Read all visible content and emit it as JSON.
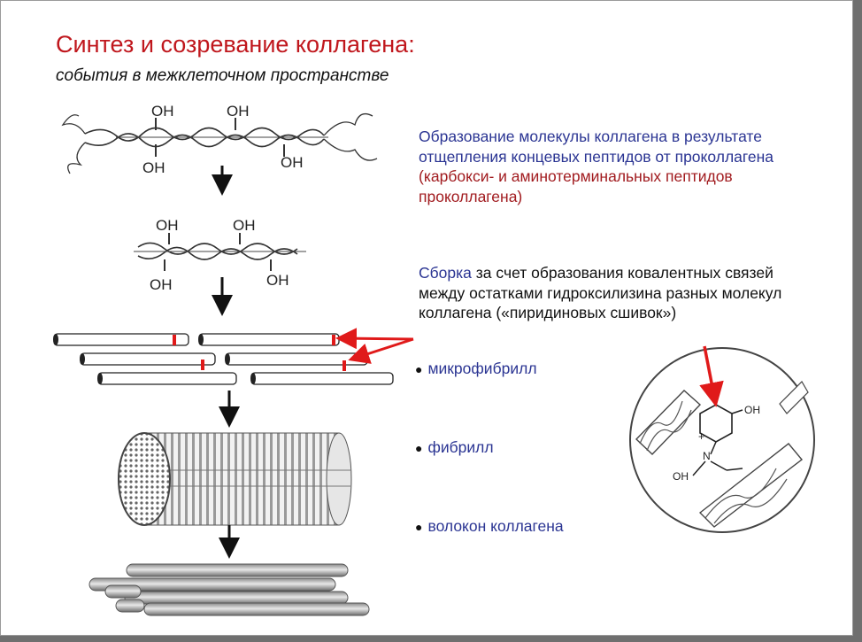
{
  "title": "Синтез и созревание коллагена:",
  "subtitle": "события в межклеточном пространстве",
  "text": {
    "formation_blue": "Образование молекулы коллагена в результате отщепления концевых пептидов от проколлагена",
    "formation_red": "(карбокси- и аминотерминальных пептидов проколлагена)",
    "assembly_blue": "Сборка",
    "assembly_rest": "за счет образования ковалентных связей между остатками гидроксилизина разных молекул коллагена («пиридиновых сшивок»)"
  },
  "bullets": [
    "микрофибрилл",
    "фибрилл",
    "волокон коллагена"
  ],
  "labels": {
    "oh": "OH",
    "n_plus": "N",
    "plus": "+"
  },
  "colors": {
    "title": "#c0171d",
    "blue_text": "#2b3593",
    "red_text": "#a11b1f",
    "arrow_red": "#e01a1a",
    "crosslink_mark": "#e01a1a"
  }
}
